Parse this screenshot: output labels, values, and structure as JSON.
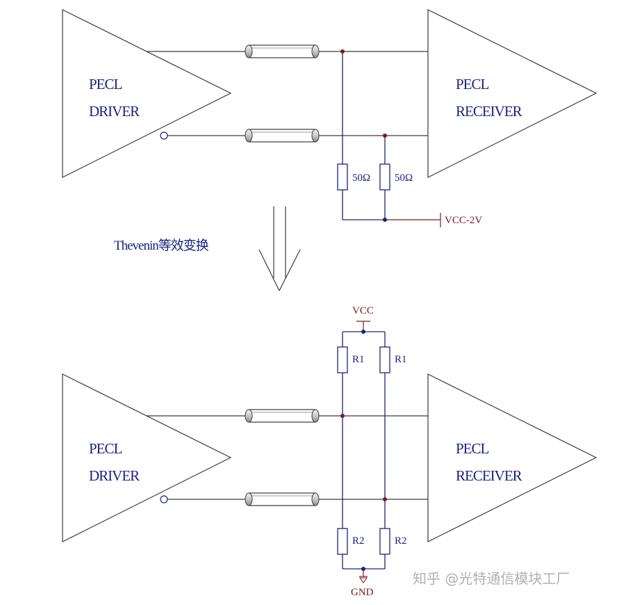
{
  "top": {
    "driver": {
      "line1": "PECL",
      "line2": "DRIVER"
    },
    "receiver": {
      "line1": "PECL",
      "line2": "RECEIVER"
    },
    "resistor_left": "50Ω",
    "resistor_right": "50Ω",
    "supply": "VCC-2V"
  },
  "transform_caption": "Thevenin等效变换",
  "bottom": {
    "driver": {
      "line1": "PECL",
      "line2": "DRIVER"
    },
    "receiver": {
      "line1": "PECL",
      "line2": "RECEIVER"
    },
    "supply": "VCC",
    "ground": "GND",
    "r_top_left": "R1",
    "r_top_right": "R1",
    "r_bot_left": "R2",
    "r_bot_right": "R2"
  },
  "watermark": "知乎 @光特通信模块工厂",
  "colors": {
    "label": "#1a237e",
    "power": "#7a1a1a",
    "wire": "#3a3a3a"
  }
}
